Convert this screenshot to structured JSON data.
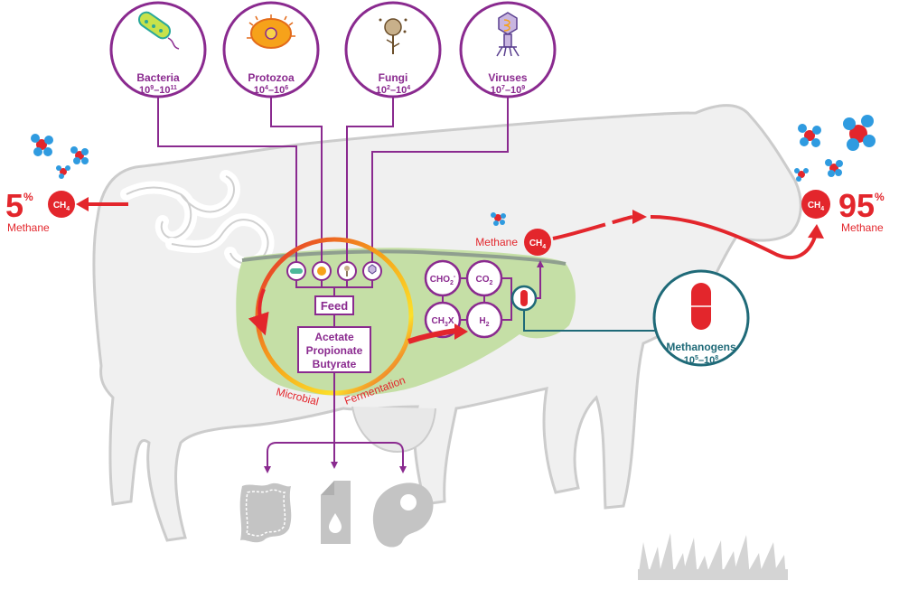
{
  "microbes": [
    {
      "name": "Bacteria",
      "count_base": "10",
      "count_exp1": "9",
      "count_sep": "–10",
      "count_exp2": "11"
    },
    {
      "name": "Protozoa",
      "count_base": "10",
      "count_exp1": "4",
      "count_sep": "–10",
      "count_exp2": "6"
    },
    {
      "name": "Fungi",
      "count_base": "10",
      "count_exp1": "2",
      "count_sep": "–10",
      "count_exp2": "4"
    },
    {
      "name": "Viruses",
      "count_base": "10",
      "count_exp1": "7",
      "count_sep": "–10",
      "count_exp2": "9"
    }
  ],
  "rumen": {
    "feed_label": "Feed",
    "products": [
      "Acetate",
      "Propionate",
      "Butyrate"
    ],
    "arc_words": [
      "Microbial",
      "Fermentation"
    ]
  },
  "intermediates": {
    "cho2": {
      "main": "CHO",
      "sub": "2",
      "sup": "-"
    },
    "co2": {
      "main": "CO",
      "sub": "2"
    },
    "ch3x": {
      "main": "CH",
      "sub": "3",
      "tail": "X"
    },
    "h2": {
      "main": "H",
      "sub": "2"
    }
  },
  "methane": {
    "formula_main": "CH",
    "formula_sub": "4",
    "word": "Methane",
    "left_number": "5",
    "right_number": "95",
    "percent_sign": "%"
  },
  "methanogens": {
    "name": "Methanogens",
    "count_base": "10",
    "count_exp1": "5",
    "count_sep": "–10",
    "count_exp2": "8"
  },
  "colors": {
    "purple": "#8a2a8f",
    "red": "#e3262c",
    "teal": "#1f6a78",
    "green": "#c5dfa6",
    "cow_fill": "#f0f0f0",
    "cow_outline": "#cccccc"
  },
  "icons": [
    "bacteria-icon",
    "protozoa-icon",
    "fungi-icon",
    "virus-icon",
    "methanogen-icon",
    "leather-icon",
    "milk-carton-icon",
    "meat-icon",
    "grass-icon",
    "methane-molecule-icon"
  ]
}
